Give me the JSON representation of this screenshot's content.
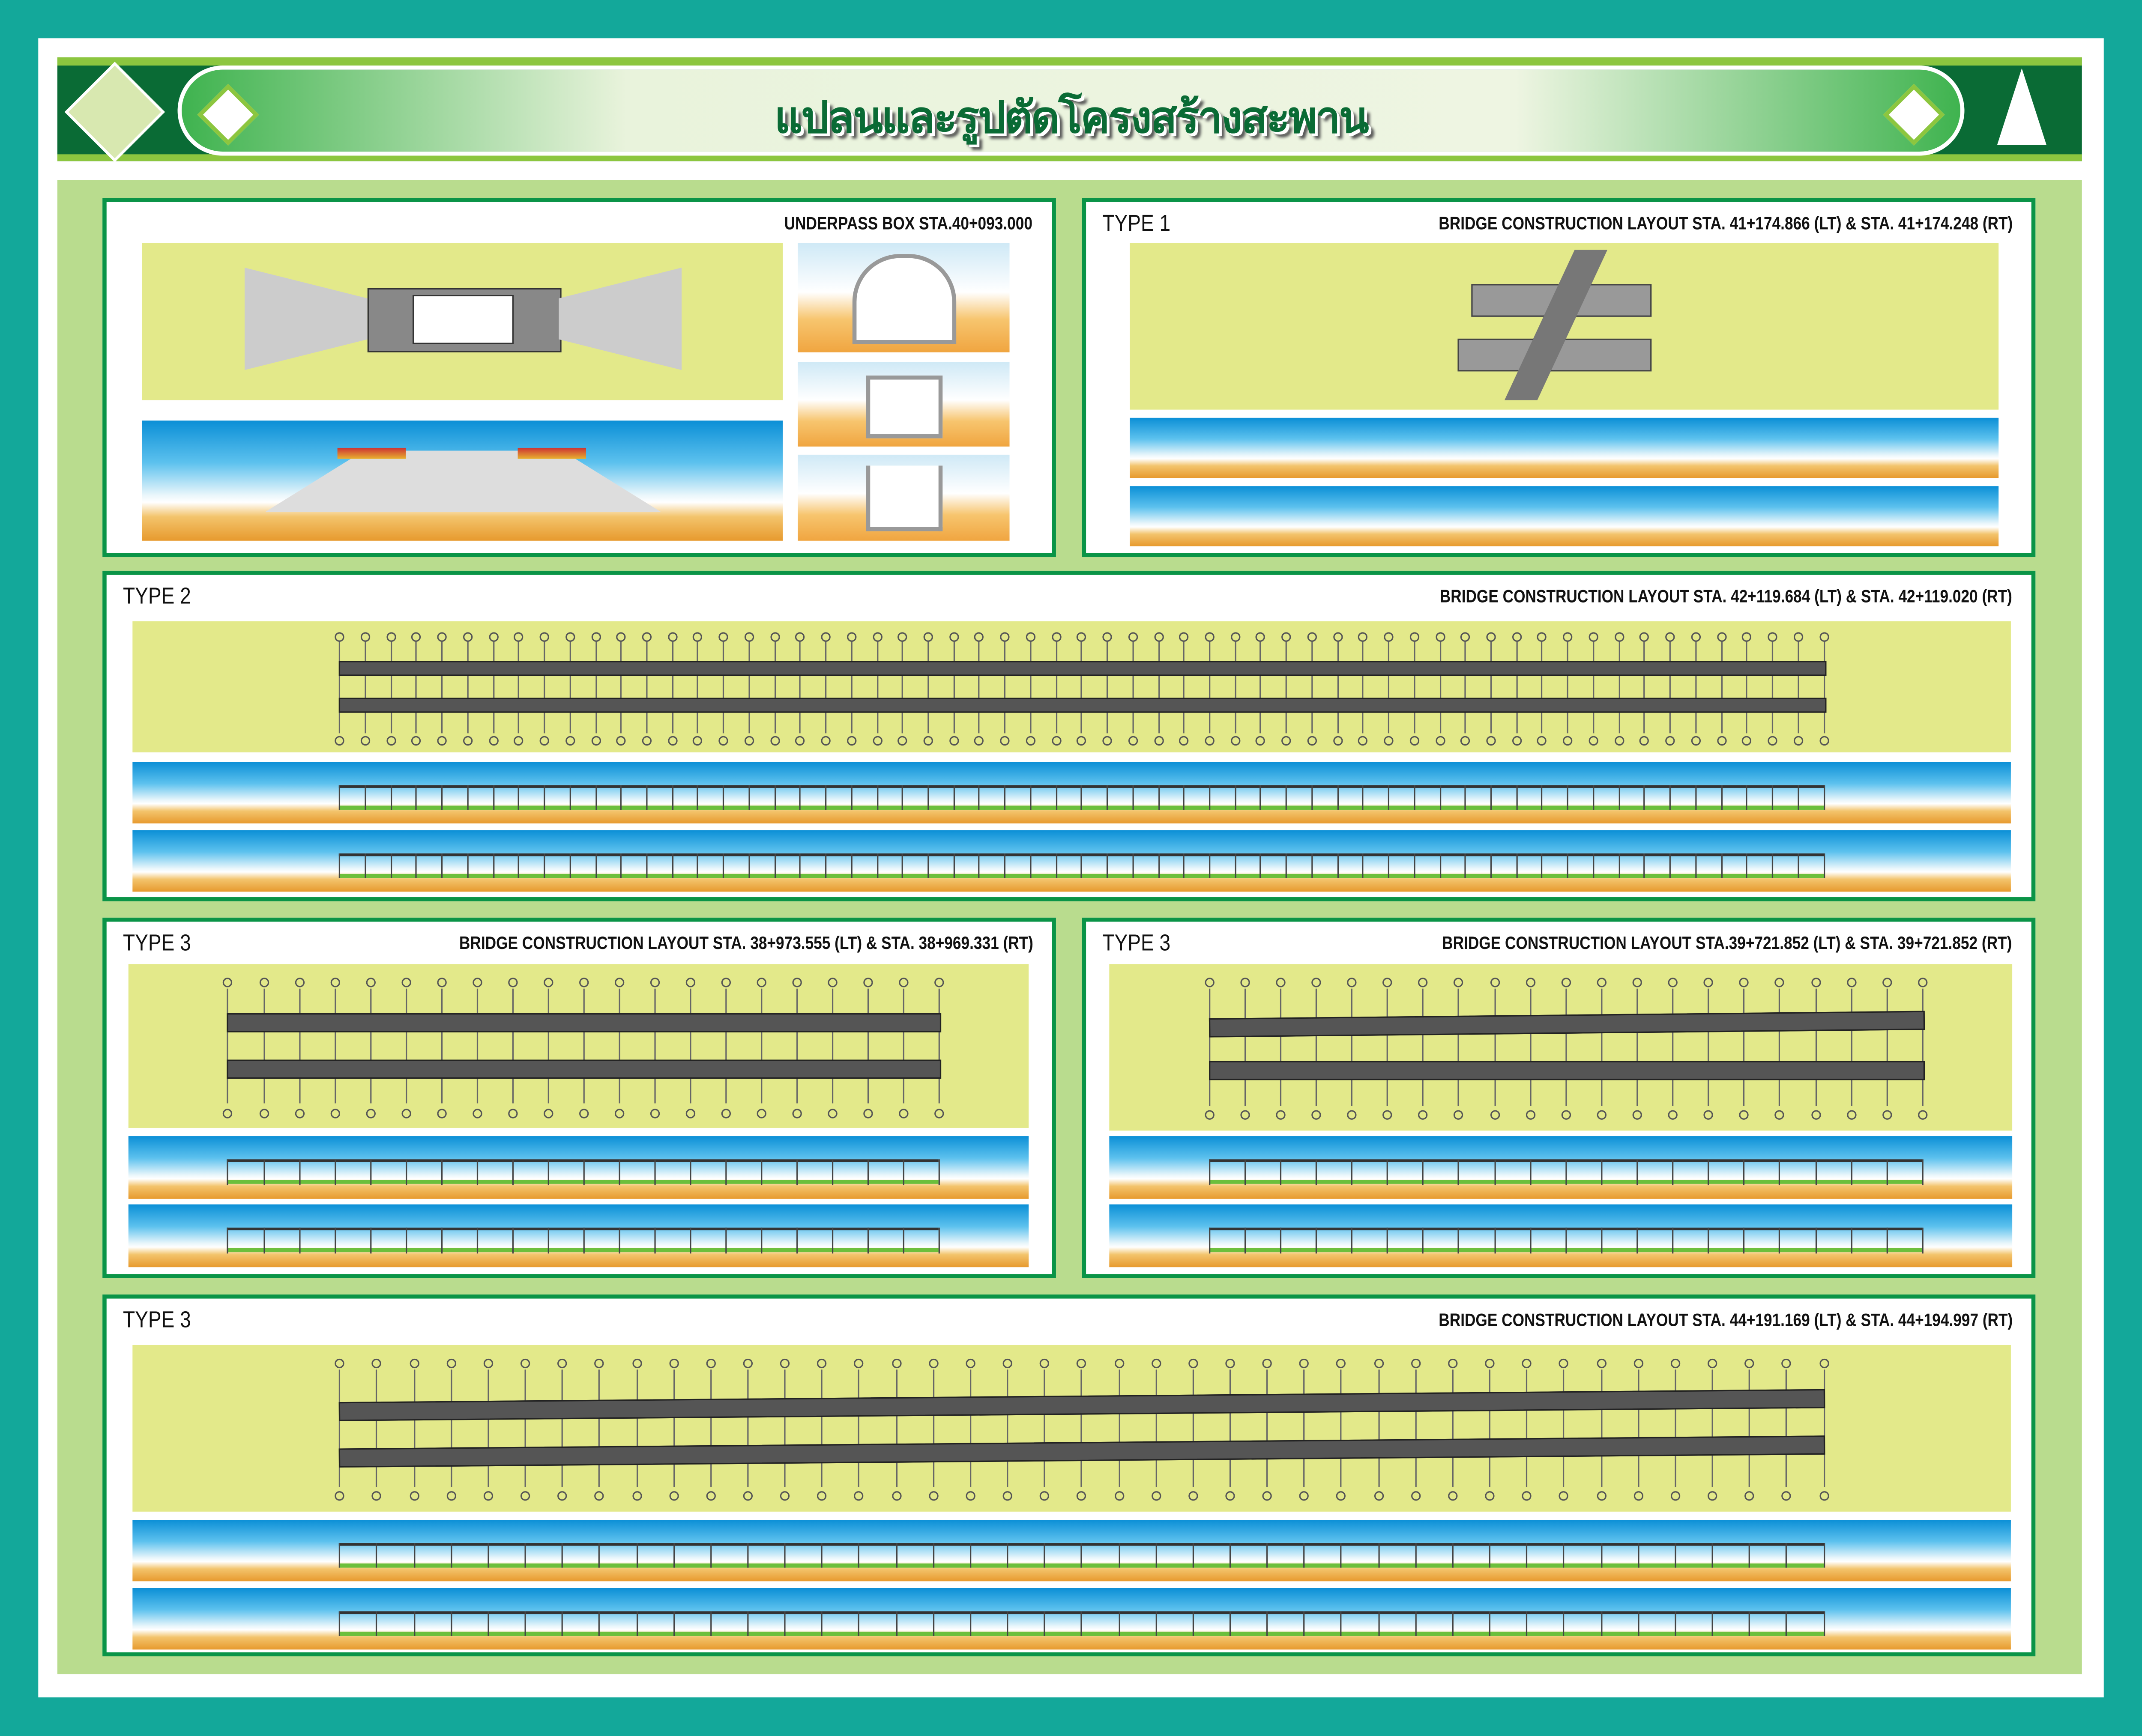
{
  "header": {
    "title": "แปลนและรูปตัดโครงสร้างสะพาน"
  },
  "panels": [
    {
      "type": "",
      "title": "UNDERPASS BOX  STA.40+093.000"
    },
    {
      "type": "TYPE 1",
      "title": "BRIDGE  CONSTRUCTION  LAYOUT  STA.  41+174.866 (LT)  &  STA.  41+174.248 (RT)"
    },
    {
      "type": "TYPE 2",
      "title": "BRIDGE  CONSTRUCTION  LAYOUT  STA.  42+119.684  (LT)  &  STA.  42+119.020  (RT)"
    },
    {
      "type": "TYPE 3",
      "title": "BRIDGE  CONSTRUCTION  LAYOUT  STA.  38+973.555  (LT)  &  STA.  38+969.331  (RT)"
    },
    {
      "type": "TYPE 3",
      "title": "BRIDGE  CONSTRUCTION  LAYOUT  STA.39+721.852  (LT)   &  STA.  39+721.852  (RT)"
    },
    {
      "type": "TYPE 3",
      "title": "BRIDGE  CONSTRUCTION  LAYOUT  STA.  44+191.169  (LT)  &  STA.  44+194.997  (RT)"
    }
  ]
}
